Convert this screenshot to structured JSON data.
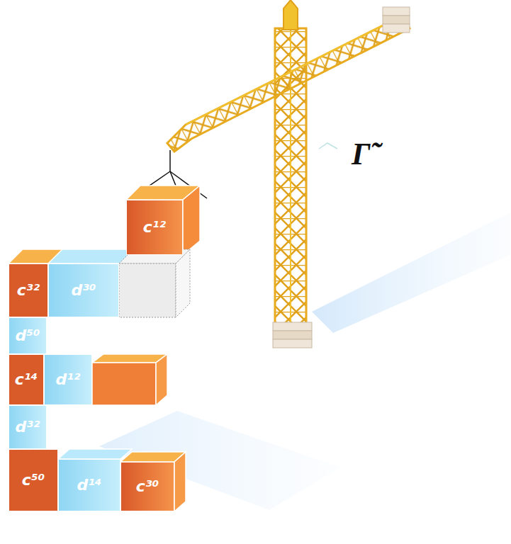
{
  "diagram": {
    "nodes": [
      {
        "text": [
          "c¹²"
        ]
      },
      {
        "text": [
          "c³²"
        ]
      },
      {
        "text": [
          "d³⁰"
        ]
      },
      {
        "text": [
          "d⁵⁰"
        ]
      },
      {
        "text": [
          "c¹⁴"
        ]
      },
      {
        "text": [
          "d¹²"
        ]
      },
      {
        "text": [
          "d³²"
        ]
      },
      {
        "text": [
          "c⁵⁰"
        ]
      },
      {
        "text": [
          "d¹⁴"
        ]
      },
      {
        "text": [
          "c³⁰"
        ]
      }
    ],
    "labels": [
      "Γ̃"
    ]
  }
}
